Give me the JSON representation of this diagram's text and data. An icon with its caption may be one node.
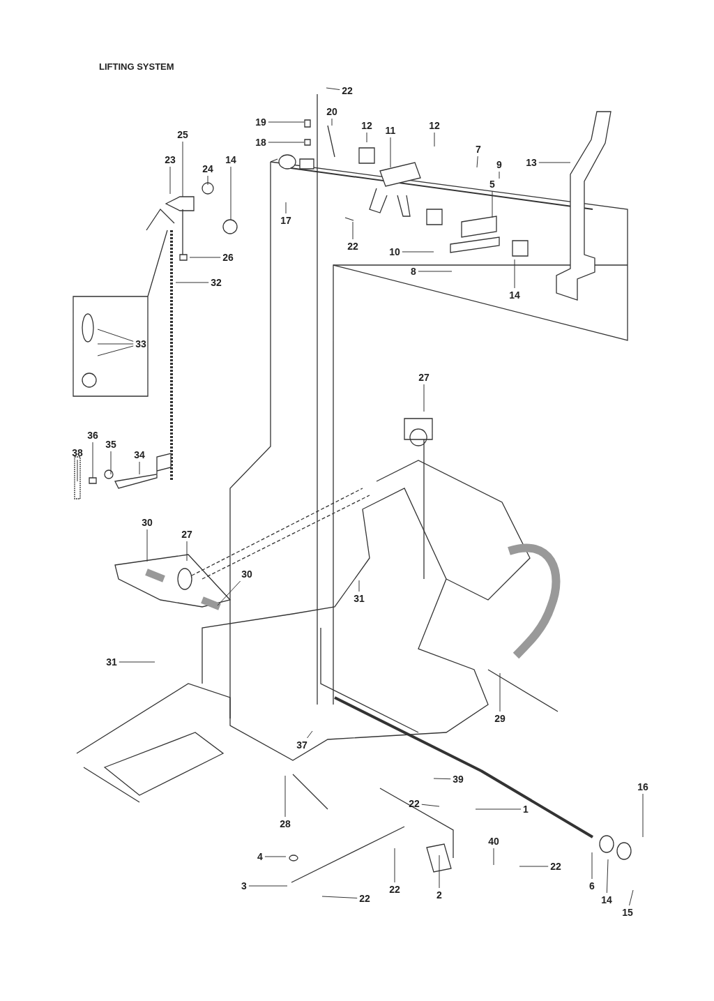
{
  "diagram": {
    "title": "LIFTING SYSTEM",
    "nodes": [
      {
        "text": [
          "22"
        ]
      },
      {
        "text": [
          "20"
        ]
      },
      {
        "text": [
          "19"
        ]
      },
      {
        "text": [
          "18"
        ]
      },
      {
        "text": [
          "12"
        ]
      },
      {
        "text": [
          "11"
        ]
      },
      {
        "text": [
          "12"
        ]
      },
      {
        "text": [
          "7"
        ]
      },
      {
        "text": [
          "9"
        ]
      },
      {
        "text": [
          "13"
        ]
      },
      {
        "text": [
          "25"
        ]
      },
      {
        "text": [
          "23"
        ]
      },
      {
        "text": [
          "24"
        ]
      },
      {
        "text": [
          "14"
        ]
      },
      {
        "text": [
          "5"
        ]
      },
      {
        "text": [
          "17"
        ]
      },
      {
        "text": [
          "22"
        ]
      },
      {
        "text": [
          "26"
        ]
      },
      {
        "text": [
          "10"
        ]
      },
      {
        "text": [
          "8"
        ]
      },
      {
        "text": [
          "14"
        ]
      },
      {
        "text": [
          "32"
        ]
      },
      {
        "text": [
          "33"
        ]
      },
      {
        "text": [
          "27"
        ]
      },
      {
        "text": [
          "36"
        ]
      },
      {
        "text": [
          "35"
        ]
      },
      {
        "text": [
          "34"
        ]
      },
      {
        "text": [
          "38"
        ]
      },
      {
        "text": [
          "30"
        ]
      },
      {
        "text": [
          "27"
        ]
      },
      {
        "text": [
          "30"
        ]
      },
      {
        "text": [
          "31"
        ]
      },
      {
        "text": [
          "31"
        ]
      },
      {
        "text": [
          "37"
        ]
      },
      {
        "text": [
          "29"
        ]
      },
      {
        "text": [
          "39"
        ]
      },
      {
        "text": [
          "22"
        ]
      },
      {
        "text": [
          "1"
        ]
      },
      {
        "text": [
          "16"
        ]
      },
      {
        "text": [
          "28"
        ]
      },
      {
        "text": [
          "40"
        ]
      },
      {
        "text": [
          "22"
        ]
      },
      {
        "text": [
          "4"
        ]
      },
      {
        "text": [
          "3"
        ]
      },
      {
        "text": [
          "22"
        ]
      },
      {
        "text": [
          "22"
        ]
      },
      {
        "text": [
          "2"
        ]
      },
      {
        "text": [
          "6"
        ]
      },
      {
        "text": [
          "14"
        ]
      },
      {
        "text": [
          "15"
        ]
      }
    ],
    "edges": [
      {
        "from": 0,
        "to": null,
        "arrow": "none"
      },
      {
        "from": 1,
        "to": null,
        "arrow": "none"
      },
      {
        "from": 2,
        "to": null,
        "arrow": "none"
      },
      {
        "from": 3,
        "to": null,
        "arrow": "none"
      },
      {
        "from": 4,
        "to": null,
        "arrow": "none"
      },
      {
        "from": 5,
        "to": null,
        "arrow": "none"
      },
      {
        "from": 6,
        "to": null,
        "arrow": "none"
      },
      {
        "from": 7,
        "to": null,
        "arrow": "none"
      },
      {
        "from": 8,
        "to": null,
        "arrow": "none"
      },
      {
        "from": 9,
        "to": null,
        "arrow": "none"
      },
      {
        "from": 10,
        "to": null,
        "arrow": "none"
      },
      {
        "from": 11,
        "to": null,
        "arrow": "none"
      },
      {
        "from": 12,
        "to": null,
        "arrow": "none"
      },
      {
        "from": 13,
        "to": null,
        "arrow": "none"
      },
      {
        "from": 14,
        "to": null,
        "arrow": "none"
      },
      {
        "from": 15,
        "to": null,
        "arrow": "none"
      },
      {
        "from": 16,
        "to": null,
        "arrow": "none"
      },
      {
        "from": 17,
        "to": null,
        "arrow": "none"
      },
      {
        "from": 18,
        "to": null,
        "arrow": "none"
      },
      {
        "from": 19,
        "to": null,
        "arrow": "none"
      },
      {
        "from": 20,
        "to": null,
        "arrow": "none"
      },
      {
        "from": 21,
        "to": null,
        "arrow": "none"
      },
      {
        "from": 22,
        "to": null,
        "arrow": "none"
      },
      {
        "from": 22,
        "to": null,
        "arrow": "none"
      },
      {
        "from": 22,
        "to": null,
        "arrow": "none"
      },
      {
        "from": 23,
        "to": null,
        "arrow": "none"
      },
      {
        "from": 24,
        "to": null,
        "arrow": "none"
      },
      {
        "from": 25,
        "to": null,
        "arrow": "none"
      },
      {
        "from": 26,
        "to": null,
        "arrow": "none"
      },
      {
        "from": 27,
        "to": null,
        "arrow": "none"
      },
      {
        "from": 28,
        "to": null,
        "arrow": "none"
      },
      {
        "from": 29,
        "to": null,
        "arrow": "none"
      },
      {
        "from": 30,
        "to": null,
        "arrow": "none"
      },
      {
        "from": 31,
        "to": null,
        "arrow": "none"
      },
      {
        "from": 32,
        "to": null,
        "arrow": "none"
      },
      {
        "from": 33,
        "to": null,
        "arrow": "none"
      },
      {
        "from": 34,
        "to": null,
        "arrow": "none"
      },
      {
        "from": 35,
        "to": null,
        "arrow": "none"
      },
      {
        "from": 36,
        "to": null,
        "arrow": "none"
      },
      {
        "from": 37,
        "to": null,
        "arrow": "none"
      },
      {
        "from": 38,
        "to": null,
        "arrow": "none"
      },
      {
        "from": 39,
        "to": null,
        "arrow": "none"
      },
      {
        "from": 40,
        "to": null,
        "arrow": "none"
      },
      {
        "from": 41,
        "to": null,
        "arrow": "none"
      },
      {
        "from": 42,
        "to": null,
        "arrow": "none"
      },
      {
        "from": 43,
        "to": null,
        "arrow": "none"
      },
      {
        "from": 44,
        "to": null,
        "arrow": "none"
      },
      {
        "from": 45,
        "to": null,
        "arrow": "none"
      },
      {
        "from": 46,
        "to": null,
        "arrow": "none"
      },
      {
        "from": 47,
        "to": null,
        "arrow": "none"
      },
      {
        "from": 48,
        "to": null,
        "arrow": "none"
      },
      {
        "from": 49,
        "to": null,
        "arrow": "none"
      }
    ]
  }
}
